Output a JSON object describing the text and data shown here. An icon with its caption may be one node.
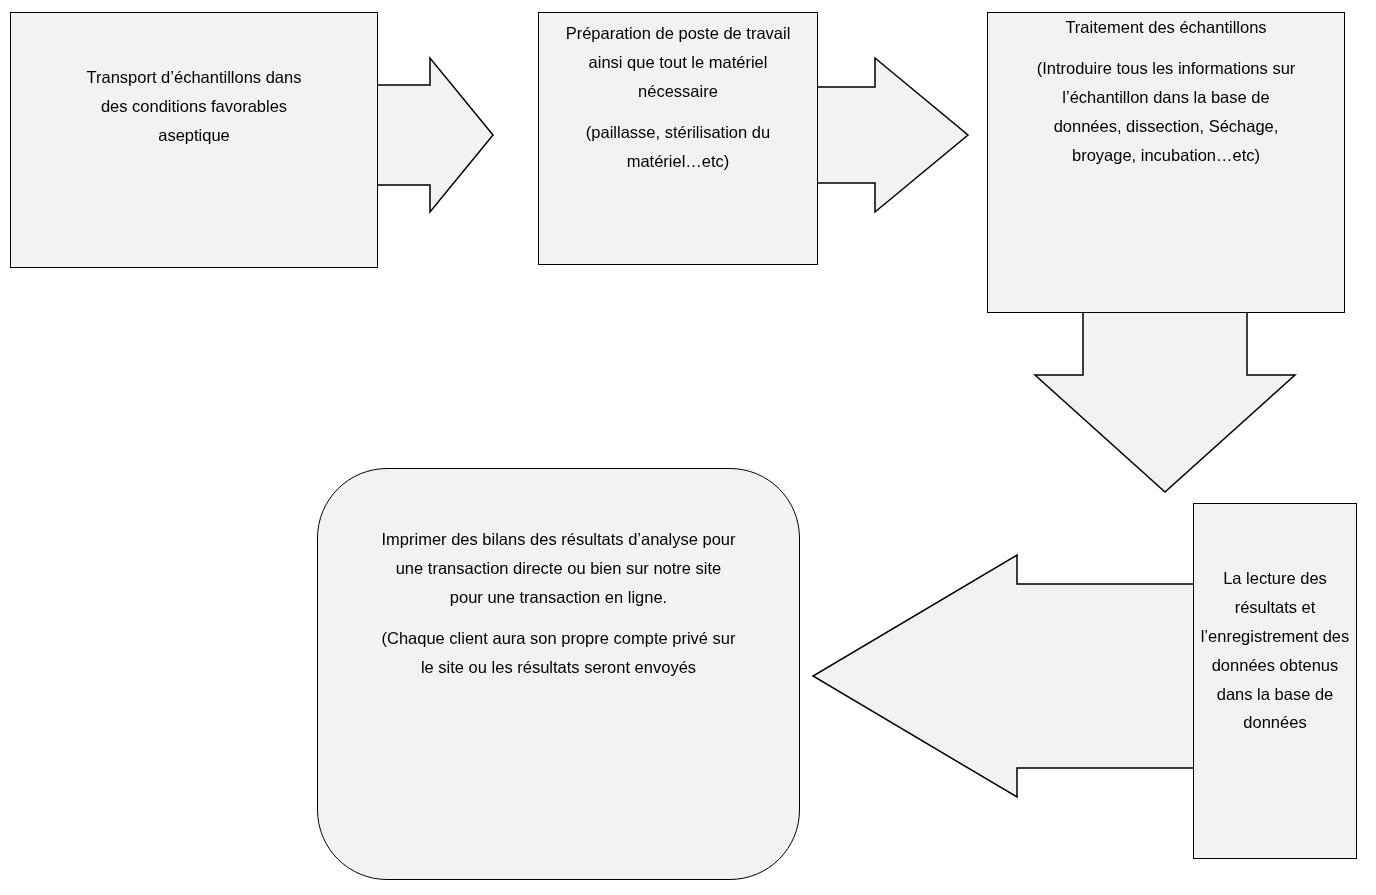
{
  "diagram": {
    "nodes": [
      {
        "text": [
          "Transport d’échantillons dans des conditions favorables aseptique"
        ]
      },
      {
        "text": [
          "Préparation de poste de travail ainsi que tout le matériel nécessaire",
          "(paillasse, stérilisation du matériel…etc)"
        ]
      },
      {
        "text": [
          "Traitement des échantillons",
          "(Introduire tous les informations sur l’échantillon dans  la base de données, dissection, Séchage, broyage, incubation…etc)"
        ]
      },
      {
        "text": [
          "La lecture des résultats et l’enregistrement des données obtenus dans la base de données"
        ]
      },
      {
        "text": [
          "Imprimer des bilans des résultats d’analyse  pour une transaction directe ou bien sur notre site pour une transaction en ligne.",
          "(Chaque client aura son propre compte privé sur le site ou les résultats seront envoyés"
        ]
      }
    ],
    "edges": [
      {
        "from": 0,
        "to": 1,
        "arrow": "to"
      },
      {
        "from": 1,
        "to": 2,
        "arrow": "to"
      },
      {
        "from": 2,
        "to": 3,
        "arrow": "to"
      },
      {
        "from": 3,
        "to": 4,
        "arrow": "to"
      }
    ]
  }
}
